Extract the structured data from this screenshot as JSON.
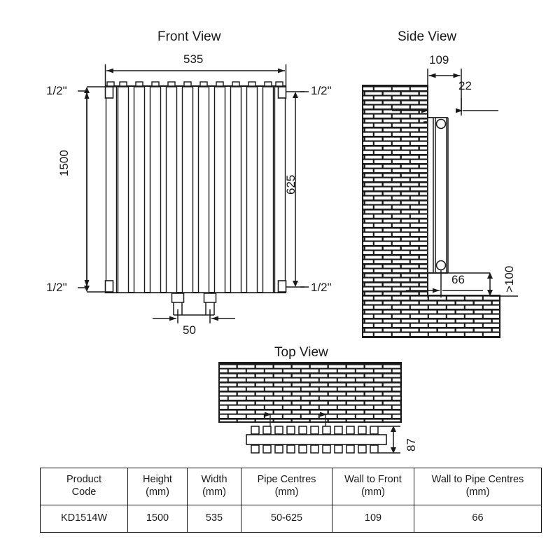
{
  "drawing": {
    "type": "technical-drawing",
    "subject": "vertical tube radiator installation drawing",
    "line_color": "#1a1a1a",
    "background": "#ffffff"
  },
  "views": {
    "front": {
      "title": "Front View",
      "width_dim": "535",
      "height_dim": "1500",
      "pipe_centre_vertical_dim": "625",
      "pipe_centre_horizontal_dim": "50",
      "connection_top_left": "1/2\"",
      "connection_top_right": "1/2\"",
      "connection_bottom_left": "1/2\"",
      "connection_bottom_right": "1/2\"",
      "tube_count": 11
    },
    "side": {
      "title": "Side View",
      "wall_to_front_dim": "109",
      "tube_depth_dim": "22",
      "wall_to_pipe_centres_dim": "66",
      "floor_clearance_dim": ">100"
    },
    "top": {
      "title": "Top View",
      "depth_dim": "87",
      "tube_count": 11
    }
  },
  "table": {
    "headers": [
      "Product\nCode",
      "Height\n(mm)",
      "Width\n(mm)",
      "Pipe Centres\n(mm)",
      "Wall to Front\n(mm)",
      "Wall to Pipe Centres\n(mm)"
    ],
    "headers_line1": [
      "Product",
      "Height",
      "Width",
      "Pipe Centres",
      "Wall to Front",
      "Wall to Pipe Centres"
    ],
    "headers_line2": [
      "Code",
      "(mm)",
      "(mm)",
      "(mm)",
      "(mm)",
      "(mm)"
    ],
    "rows": [
      {
        "product_code": "KD1514W",
        "height_mm": "1500",
        "width_mm": "535",
        "pipe_centres_mm": "50-625",
        "wall_to_front_mm": "109",
        "wall_to_pipe_centres_mm": "66"
      }
    ]
  }
}
